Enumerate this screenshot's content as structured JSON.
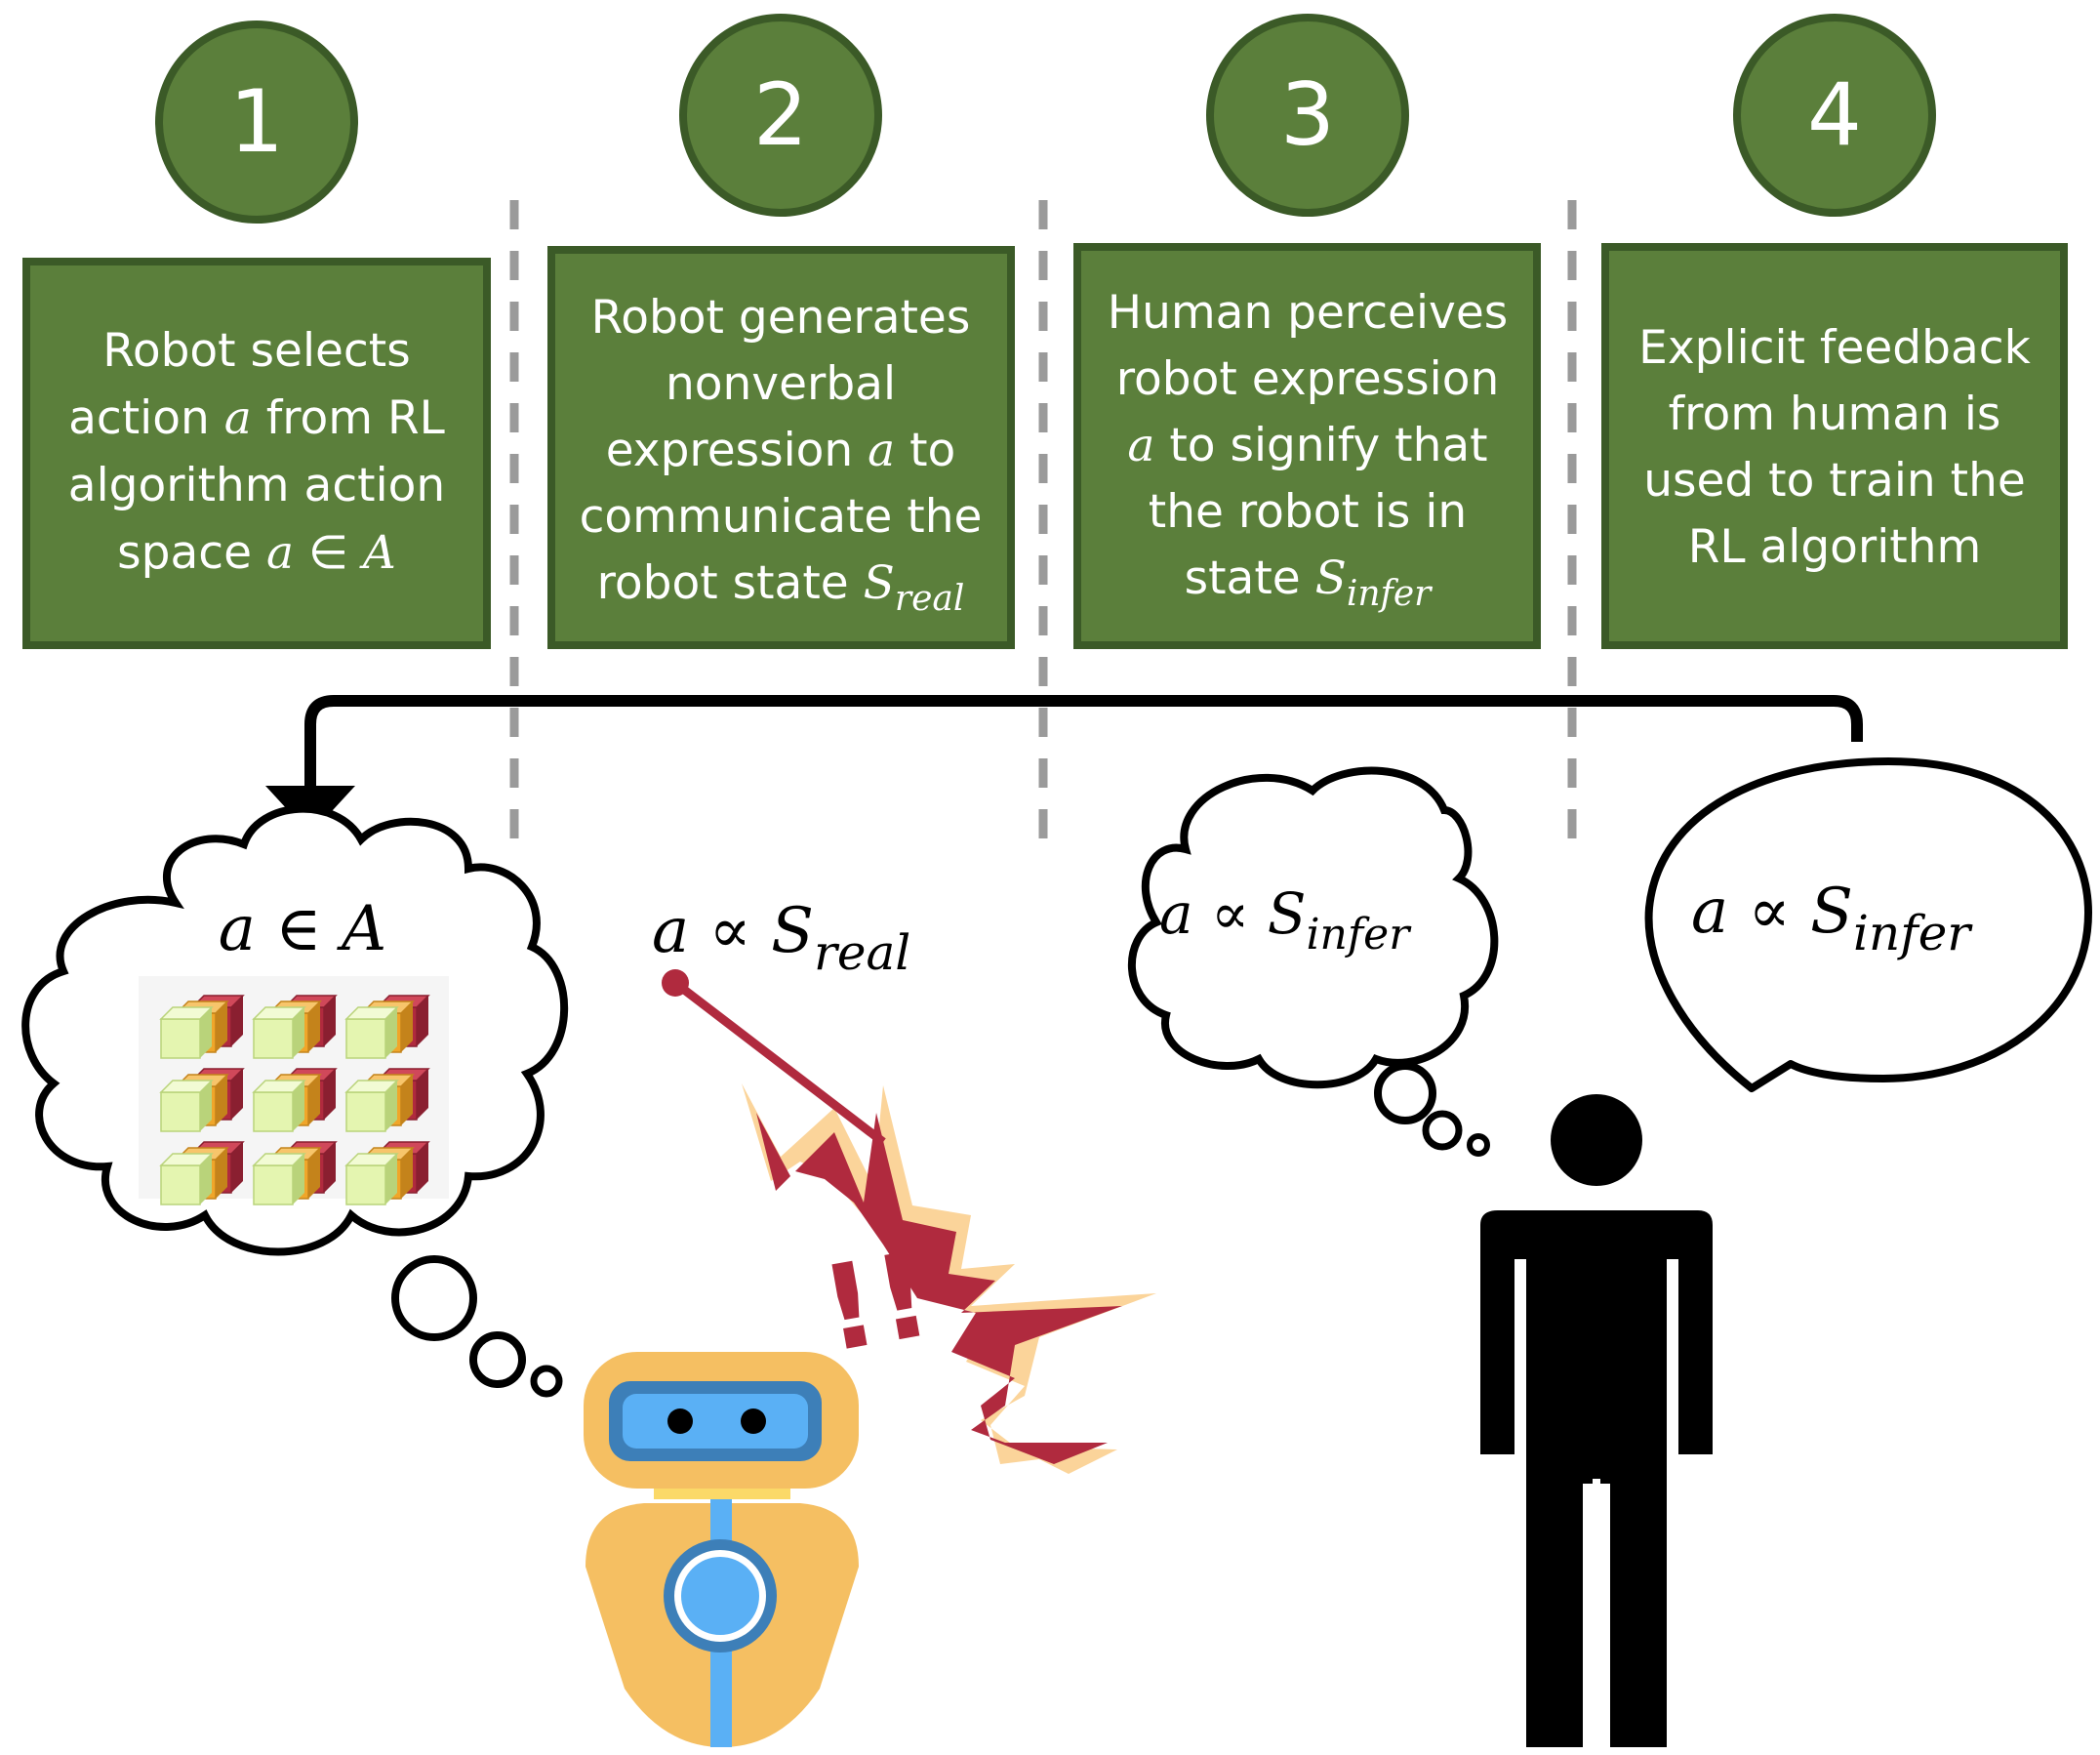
{
  "steps": [
    {
      "number": "1",
      "lines": [
        {
          "parts": [
            {
              "t": "Robot selects"
            }
          ]
        },
        {
          "parts": [
            {
              "t": "action "
            },
            {
              "t": "a",
              "m": true
            },
            {
              "t": " from RL"
            }
          ]
        },
        {
          "parts": [
            {
              "t": "algorithm action"
            }
          ]
        },
        {
          "parts": [
            {
              "t": "space "
            },
            {
              "t": "a",
              "m": true
            },
            {
              "t": " ∈ "
            },
            {
              "t": "A",
              "m": true
            }
          ]
        }
      ]
    },
    {
      "number": "2",
      "lines": [
        {
          "parts": [
            {
              "t": "Robot generates"
            }
          ]
        },
        {
          "parts": [
            {
              "t": "nonverbal"
            }
          ]
        },
        {
          "parts": [
            {
              "t": "expression "
            },
            {
              "t": "a",
              "m": true
            },
            {
              "t": " to"
            }
          ]
        },
        {
          "parts": [
            {
              "t": "communicate the"
            }
          ]
        },
        {
          "parts": [
            {
              "t": "robot state "
            },
            {
              "t": "S",
              "m": true
            },
            {
              "t": "real",
              "m": true,
              "sub": true
            }
          ]
        }
      ]
    },
    {
      "number": "3",
      "lines": [
        {
          "parts": [
            {
              "t": "Human perceives"
            }
          ]
        },
        {
          "parts": [
            {
              "t": "robot expression"
            }
          ]
        },
        {
          "parts": [
            {
              "t": "a",
              "m": true
            },
            {
              "t": " to signify that"
            }
          ]
        },
        {
          "parts": [
            {
              "t": "the robot is in"
            }
          ]
        },
        {
          "parts": [
            {
              "t": "state "
            },
            {
              "t": "S",
              "m": true
            },
            {
              "t": "infer",
              "m": true,
              "sub": true
            }
          ]
        }
      ]
    },
    {
      "number": "4",
      "lines": [
        {
          "parts": [
            {
              "t": "Explicit feedback"
            }
          ]
        },
        {
          "parts": [
            {
              "t": "from human is"
            }
          ]
        },
        {
          "parts": [
            {
              "t": "used to train the"
            }
          ]
        },
        {
          "parts": [
            {
              "t": "RL algorithm"
            }
          ]
        }
      ]
    }
  ],
  "bubbles": {
    "robot_thought": {
      "a": "a",
      "rel": " ∈ ",
      "b": "A"
    },
    "robot_expression": {
      "a": "a",
      "rel": " ∝ ",
      "b": "S",
      "sub": "real"
    },
    "human_thought": {
      "a": "a",
      "rel": " ∝ ",
      "b": "S",
      "sub": "infer"
    },
    "human_speech": {
      "a": "a",
      "rel": " ∝ ",
      "b": "S",
      "sub": "infer"
    }
  },
  "exclamation": "!!",
  "colors": {
    "green_fill": "#5b7f3b",
    "green_border": "#3b5a27",
    "robot_orange": "#f5bf62",
    "robot_blue": "#5ab0f5",
    "robot_blue_dark": "#3d7fb8",
    "burst_red": "#b02a3e",
    "burst_cream": "#fbd49a",
    "human_black": "#000000",
    "divider_gray": "#9a9a9a"
  }
}
